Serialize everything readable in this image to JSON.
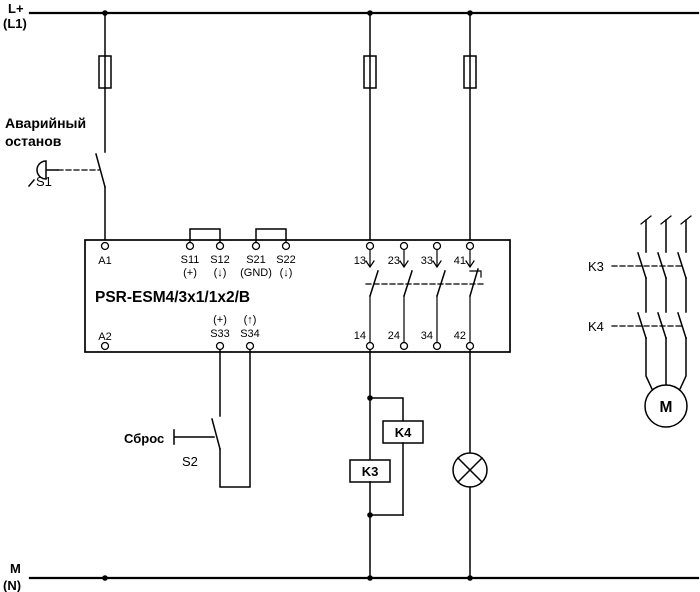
{
  "colors": {
    "line": "#000000",
    "background": "#ffffff"
  },
  "icons": {
    "estop-mushroom-icon": "semicircle-cap-with-stem",
    "fuse-icon": "rectangle-on-wire",
    "lamp-icon": "circle-with-diagonal-cross",
    "motor-icon": "circle-with-letter-M"
  },
  "rails": {
    "top": {
      "label1": "L+",
      "label2": "(L1)"
    },
    "bottom": {
      "label1": "M",
      "label2": "(N)"
    }
  },
  "emergency_stop": {
    "label1": "Аварийный",
    "label2": "останов",
    "ref": "S1"
  },
  "relay": {
    "title": "PSR-ESM4/3x1/1x2/B",
    "top": {
      "a1": "A1",
      "s11": "S11",
      "s11s": "(+)",
      "s12": "S12",
      "s12s": "(↓)",
      "s21": "S21",
      "s21s": "(GND)",
      "s22": "S22",
      "s22s": "(↓)",
      "c13": "13",
      "c23": "23",
      "c33": "33",
      "c41": "41"
    },
    "bottom": {
      "a2": "A2",
      "s33": "S33",
      "s33s": "(+)",
      "s34": "S34",
      "s34s": "(↑)",
      "c14": "14",
      "c24": "24",
      "c34": "34",
      "c42": "42"
    }
  },
  "reset": {
    "label": "Сброс",
    "ref": "S2"
  },
  "coils": {
    "k4": "K4",
    "k3": "K3"
  },
  "motor": {
    "k3": "K3",
    "k4": "K4",
    "m": "M"
  }
}
